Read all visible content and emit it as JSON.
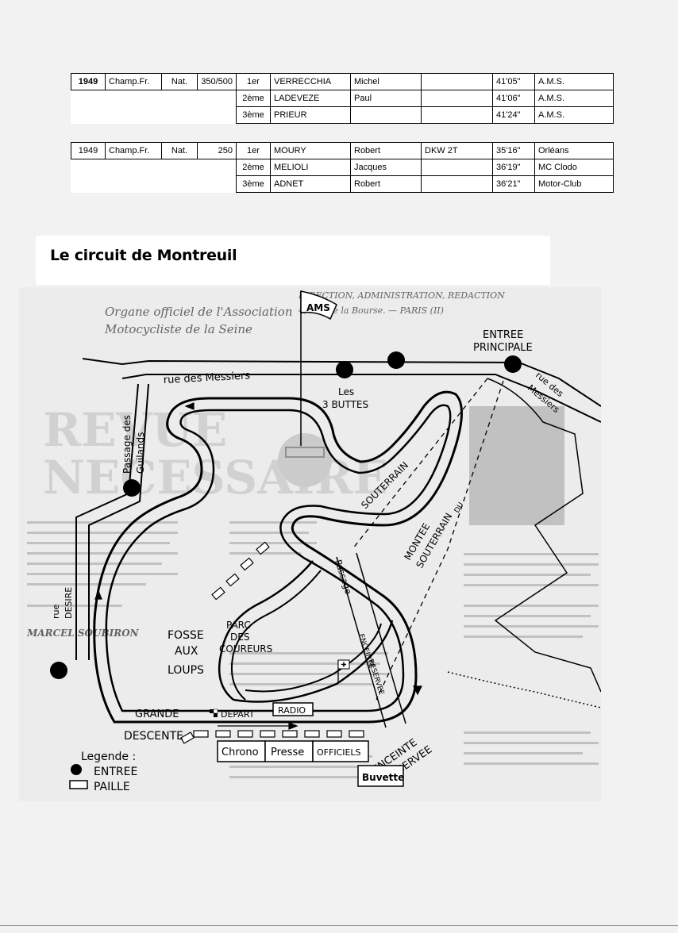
{
  "table1": {
    "rows": [
      {
        "year": "1949",
        "event": "Champ.Fr.",
        "level": "Nat.",
        "class": "350/500",
        "place": "1er",
        "name": "VERRECCHIA",
        "first": "Michel",
        "machine": "",
        "time": "41'05\"",
        "club": "A.M.S."
      },
      {
        "year": "",
        "event": "",
        "level": "",
        "class": "",
        "place": "2ème",
        "name": "LADEVEZE",
        "first": "Paul",
        "machine": "",
        "time": "41'06\"",
        "club": "A.M.S."
      },
      {
        "year": "",
        "event": "",
        "level": "",
        "class": "",
        "place": "3ème",
        "name": "PRIEUR",
        "first": "",
        "machine": "",
        "time": "41'24\"",
        "club": "A.M.S."
      }
    ]
  },
  "table2": {
    "rows": [
      {
        "year": "1949",
        "event": "Champ.Fr.",
        "level": "Nat.",
        "class": "250",
        "place": "1er",
        "name": "MOURY",
        "first": "Robert",
        "machine": "DKW 2T",
        "time": "35'16\"",
        "club": "Orléans"
      },
      {
        "year": "",
        "event": "",
        "level": "",
        "class": "",
        "place": "2ème",
        "name": "MELIOLI",
        "first": "Jacques",
        "machine": "",
        "time": "36'19\"",
        "club": "MC Clodo"
      },
      {
        "year": "",
        "event": "",
        "level": "",
        "class": "",
        "place": "3ème",
        "name": "ADNET",
        "first": "Robert",
        "machine": "",
        "time": "36'21\"",
        "club": "Motor-Club"
      }
    ]
  },
  "section_title": "Le circuit de Montreuil",
  "map": {
    "flag": "AMS",
    "entree_principale": [
      "ENTREE",
      "PRINCIPALE"
    ],
    "rue_messiers": "rue des Messiers",
    "rue_messiers_right": [
      "rue des",
      "Messiers"
    ],
    "les_3_buttes": [
      "Les",
      "3 BUTTES"
    ],
    "passage_guilands": [
      "Passage des",
      "Guilands"
    ],
    "rue_desire": [
      "rue",
      "DESIRE"
    ],
    "souterrain": "SOUTERRAIN",
    "montee": [
      "MONTEE",
      "DU",
      "SOUTERRAIN"
    ],
    "passage": "Passage",
    "enceinte_reservee_vertical": [
      "ENCEINTE",
      "RESERVEE"
    ],
    "parc": [
      "PARC",
      "DES",
      "COUREURS"
    ],
    "fosse": [
      "FOSSE",
      "AUX",
      "LOUPS"
    ],
    "grande_descente": [
      "GRANDE",
      "DESCENTE"
    ],
    "depart": "DEPART",
    "radio": "RADIO",
    "chrono": "Chrono",
    "presse": "Presse",
    "officiels": "OFFICIELS",
    "buvette": "Buvette",
    "enceinte_reservee": [
      "ENCEINTE",
      "RESERVEE"
    ],
    "legend_title": "Legende :",
    "legend_entree": "ENTREE",
    "legend_paille": "PAILLE",
    "bg_masthead": [
      "Organe officiel de l'Association",
      "Motocycliste de la Seine"
    ],
    "bg_header": [
      "DIRECTION, ADMINISTRATION, REDACTION",
      "4, rue de la Bourse. — PARIS (II)"
    ],
    "bg_big_left": [
      "REVUE",
      "NECESSAIRE"
    ],
    "bg_marc": "MARCEL SOUBIRON"
  }
}
